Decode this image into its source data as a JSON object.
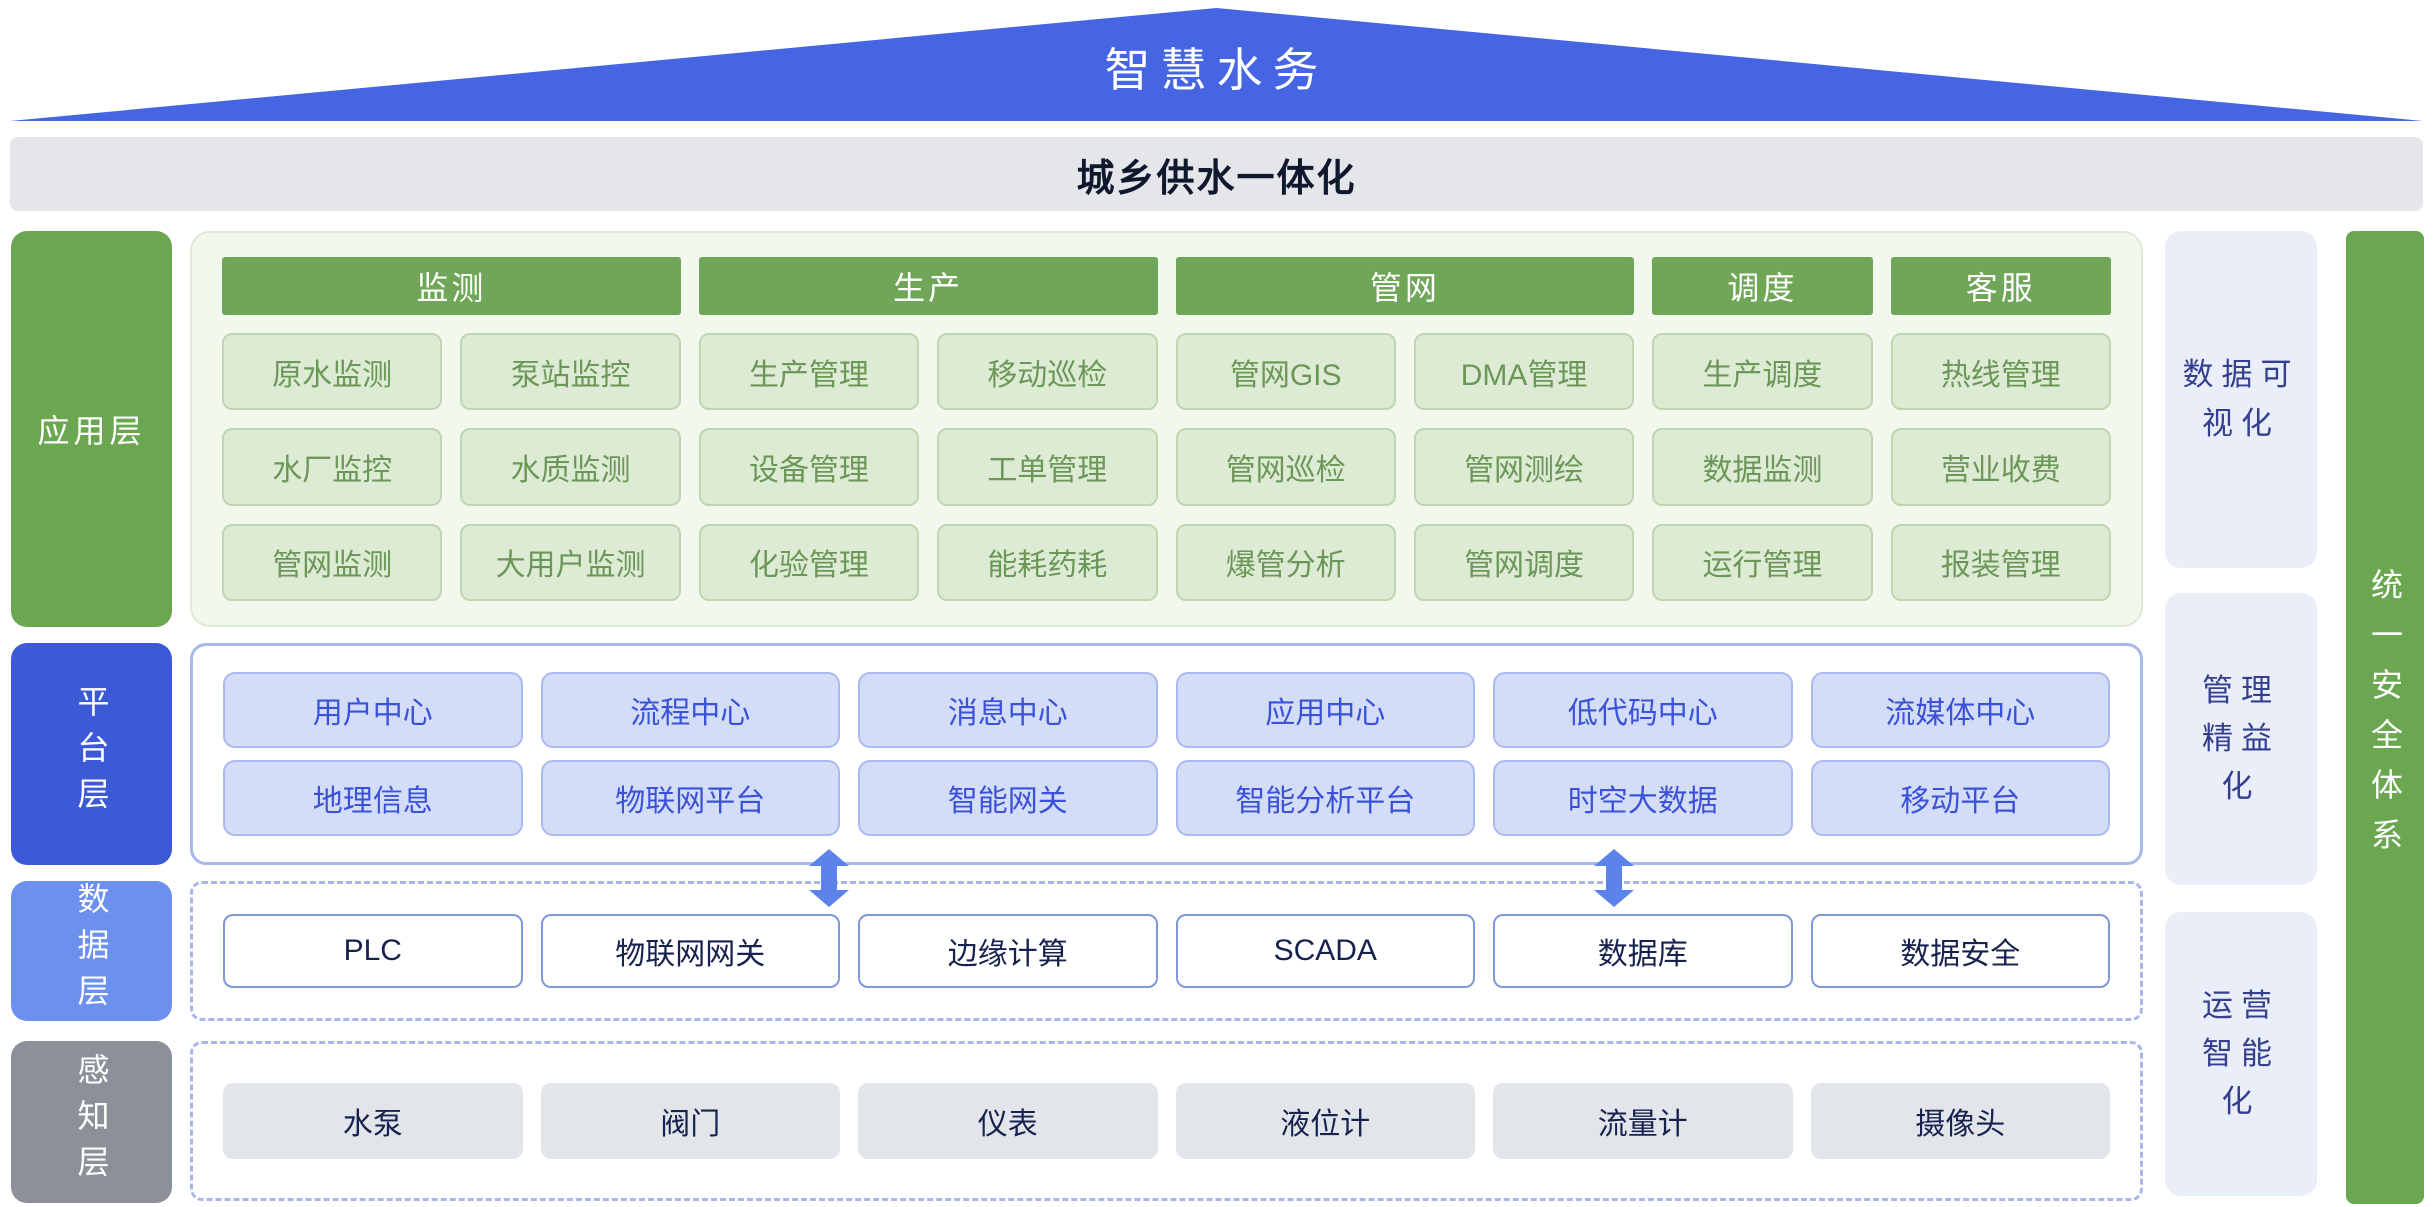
{
  "roof": {
    "title": "智慧水务"
  },
  "banner": {
    "title": "城乡供水一体化"
  },
  "app_layer": {
    "label": "应用层",
    "headers": [
      {
        "label": "监测",
        "span": 2
      },
      {
        "label": "生产",
        "span": 2
      },
      {
        "label": "管网",
        "span": 2
      },
      {
        "label": "调度",
        "span": 1
      },
      {
        "label": "客服",
        "span": 1
      }
    ],
    "rows": [
      [
        "原水监测",
        "泵站监控",
        "生产管理",
        "移动巡检",
        "管网GIS",
        "DMA管理",
        "生产调度",
        "热线管理"
      ],
      [
        "水厂监控",
        "水质监测",
        "设备管理",
        "工单管理",
        "管网巡检",
        "管网测绘",
        "数据监测",
        "营业收费"
      ],
      [
        "管网监测",
        "大用户监测",
        "化验管理",
        "能耗药耗",
        "爆管分析",
        "管网调度",
        "运行管理",
        "报装管理"
      ]
    ]
  },
  "platform_layer": {
    "label": "平台层",
    "rows": [
      [
        "用户中心",
        "流程中心",
        "消息中心",
        "应用中心",
        "低代码中心",
        "流媒体中心"
      ],
      [
        "地理信息",
        "物联网平台",
        "智能网关",
        "智能分析平台",
        "时空大数据",
        "移动平台"
      ]
    ]
  },
  "data_layer": {
    "label": "数据层",
    "cells": [
      "PLC",
      "物联网网关",
      "边缘计算",
      "SCADA",
      "数据库",
      "数据安全"
    ]
  },
  "perception_layer": {
    "label": "感知层",
    "cells": [
      "水泵",
      "阀门",
      "仪表",
      "液位计",
      "流量计",
      "摄像头"
    ]
  },
  "right_panels": [
    {
      "label": "数据可\n视化"
    },
    {
      "label": "管理\n精益\n化"
    },
    {
      "label": "运营\n智能\n化"
    }
  ],
  "security_bar": {
    "label": "统一安全体系"
  },
  "colors": {
    "roof_blue": "#4565e2",
    "green": "#6aa750",
    "platform_blue": "#3c59d6",
    "data_blue": "#6c90ee",
    "perception_gray": "#8c9199",
    "arrow_blue": "#5c83ea",
    "banner_gray": "#e4e6e9"
  }
}
